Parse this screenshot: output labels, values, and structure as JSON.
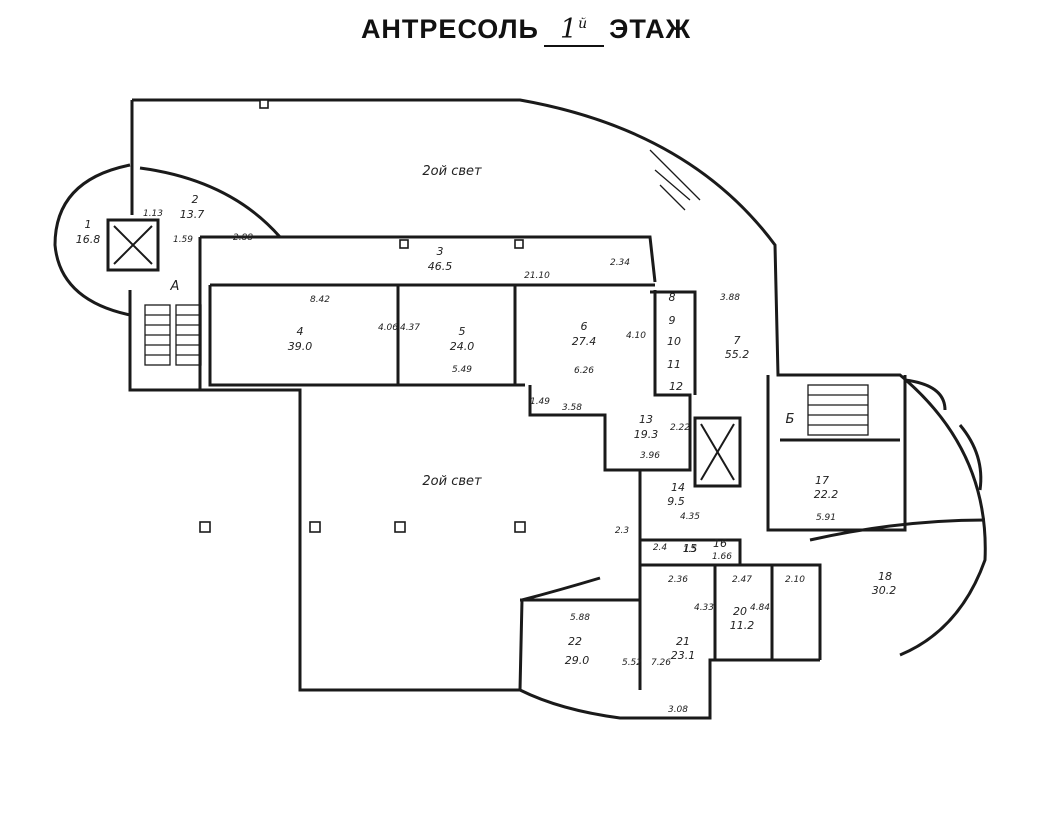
{
  "title": {
    "word": "АНТРЕСОЛЬ",
    "number": "1",
    "suffix": "й",
    "floor": "ЭТАЖ"
  },
  "rooms": [
    {
      "no": "1",
      "area": "16.8"
    },
    {
      "no": "2",
      "area": "13.7"
    },
    {
      "no": "3",
      "area": "46.5"
    },
    {
      "no": "4",
      "area": "39.0"
    },
    {
      "no": "5",
      "area": "24.0"
    },
    {
      "no": "6",
      "area": "27.4"
    },
    {
      "no": "7",
      "area": "55.2"
    },
    {
      "no": "8",
      "area": ""
    },
    {
      "no": "9",
      "area": ""
    },
    {
      "no": "10",
      "area": ""
    },
    {
      "no": "11",
      "area": ""
    },
    {
      "no": "12",
      "area": ""
    },
    {
      "no": "13",
      "area": "19.3"
    },
    {
      "no": "14",
      "area": "9.5"
    },
    {
      "no": "15",
      "area": ""
    },
    {
      "no": "16",
      "area": ""
    },
    {
      "no": "17",
      "area": "22.2"
    },
    {
      "no": "18",
      "area": "30.2"
    },
    {
      "no": "20",
      "area": "11.2"
    },
    {
      "no": "21",
      "area": "23.1"
    },
    {
      "no": "22",
      "area": "29.0"
    }
  ],
  "void_labels": {
    "top": "2ой свет",
    "main": "2ой свет"
  },
  "stair_labels": {
    "a": "А",
    "b": "Б"
  },
  "dimensions": [
    "1.13",
    "1.59",
    "2.88",
    "8.42",
    "4.06",
    "4.37",
    "5.49",
    "4.10",
    "2.34",
    "21.10",
    "6.26",
    "3.88",
    "3.58",
    "1.49",
    "2.22",
    "3.96",
    "2.3",
    "2.4",
    "4.35",
    "1.66",
    "2.36",
    "2.47",
    "2.10",
    "4.33",
    "7.26",
    "4.84",
    "5.52",
    "5.88",
    "3.08",
    "5.91",
    "1.5"
  ]
}
